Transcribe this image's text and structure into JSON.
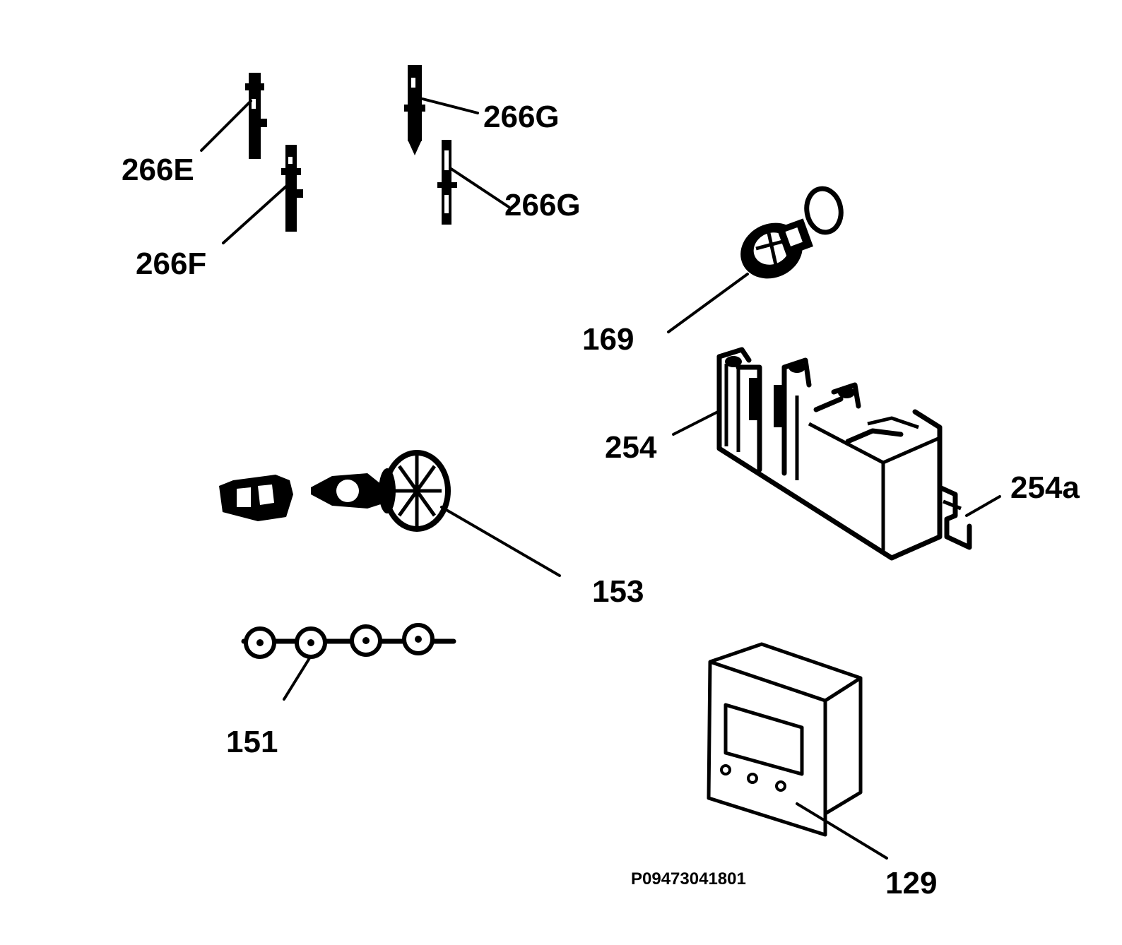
{
  "labels": {
    "p266e": "266E",
    "p266f": "266F",
    "p266g_upper": "266G",
    "p266g_lower": "266G",
    "p169": "169",
    "p254": "254",
    "p254a": "254a",
    "p153": "153",
    "p151": "151",
    "p129": "129"
  },
  "drawing_code": "P09473041801"
}
